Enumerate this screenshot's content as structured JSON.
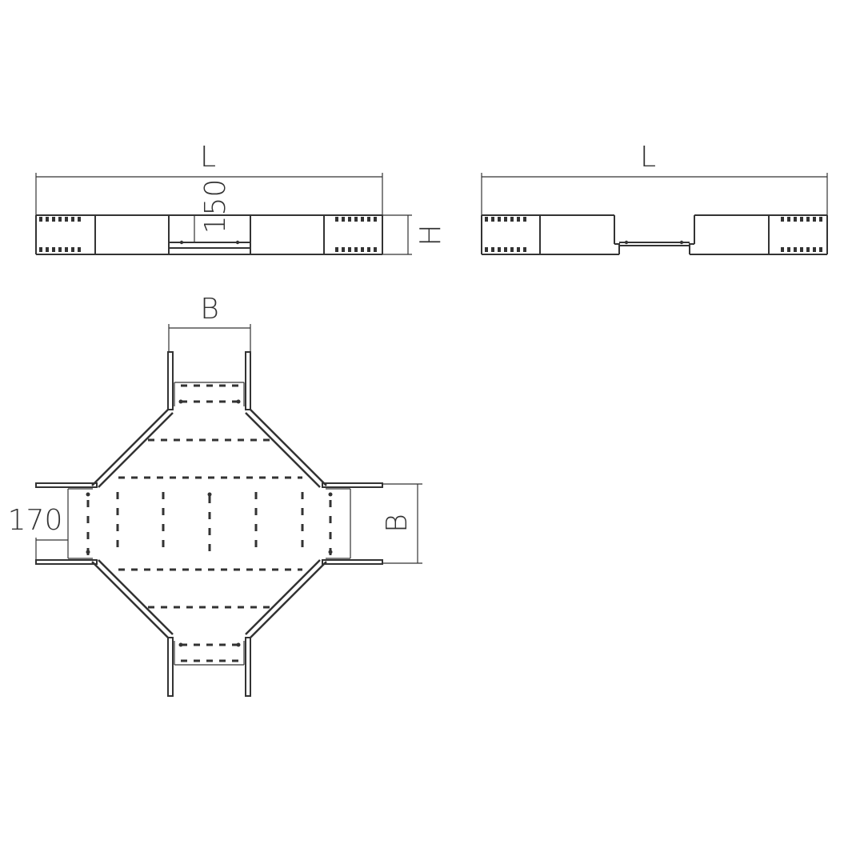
{
  "drawing": {
    "side_view_left": {
      "length_label": "L",
      "riser_label": "150",
      "height_label": "H"
    },
    "side_view_right": {
      "length_label": "L"
    },
    "plan_view": {
      "width_label_top": "B",
      "width_label_right": "B",
      "offset_label": "170"
    }
  },
  "colors": {
    "line": "#333333",
    "background": "#ffffff"
  }
}
